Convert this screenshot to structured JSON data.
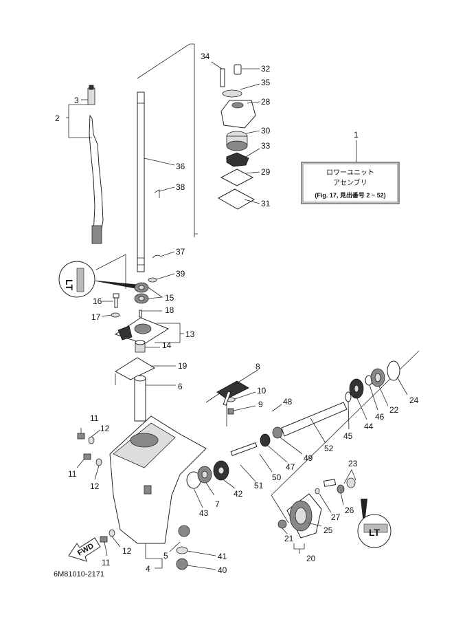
{
  "callout_box": {
    "ref": "1",
    "line1": "ロワーユニット",
    "line2": "アセンブリ",
    "line3": "(Fig. 17, 見出番号 2 ~ 52)"
  },
  "diagram_code": "6M81010-2171",
  "fwd_label": "FWD",
  "sealant_marks": [
    "LT",
    "LT"
  ],
  "part_numbers": [
    "2",
    "3",
    "4",
    "5",
    "6",
    "7",
    "8",
    "9",
    "10",
    "11",
    "11",
    "11",
    "12",
    "12",
    "12",
    "13",
    "14",
    "15",
    "16",
    "17",
    "18",
    "19",
    "20",
    "21",
    "22",
    "23",
    "24",
    "25",
    "26",
    "27",
    "28",
    "29",
    "30",
    "31",
    "32",
    "33",
    "34",
    "35",
    "36",
    "37",
    "38",
    "39",
    "40",
    "41",
    "42",
    "43",
    "44",
    "45",
    "46",
    "47",
    "48",
    "49",
    "50",
    "51",
    "52"
  ]
}
